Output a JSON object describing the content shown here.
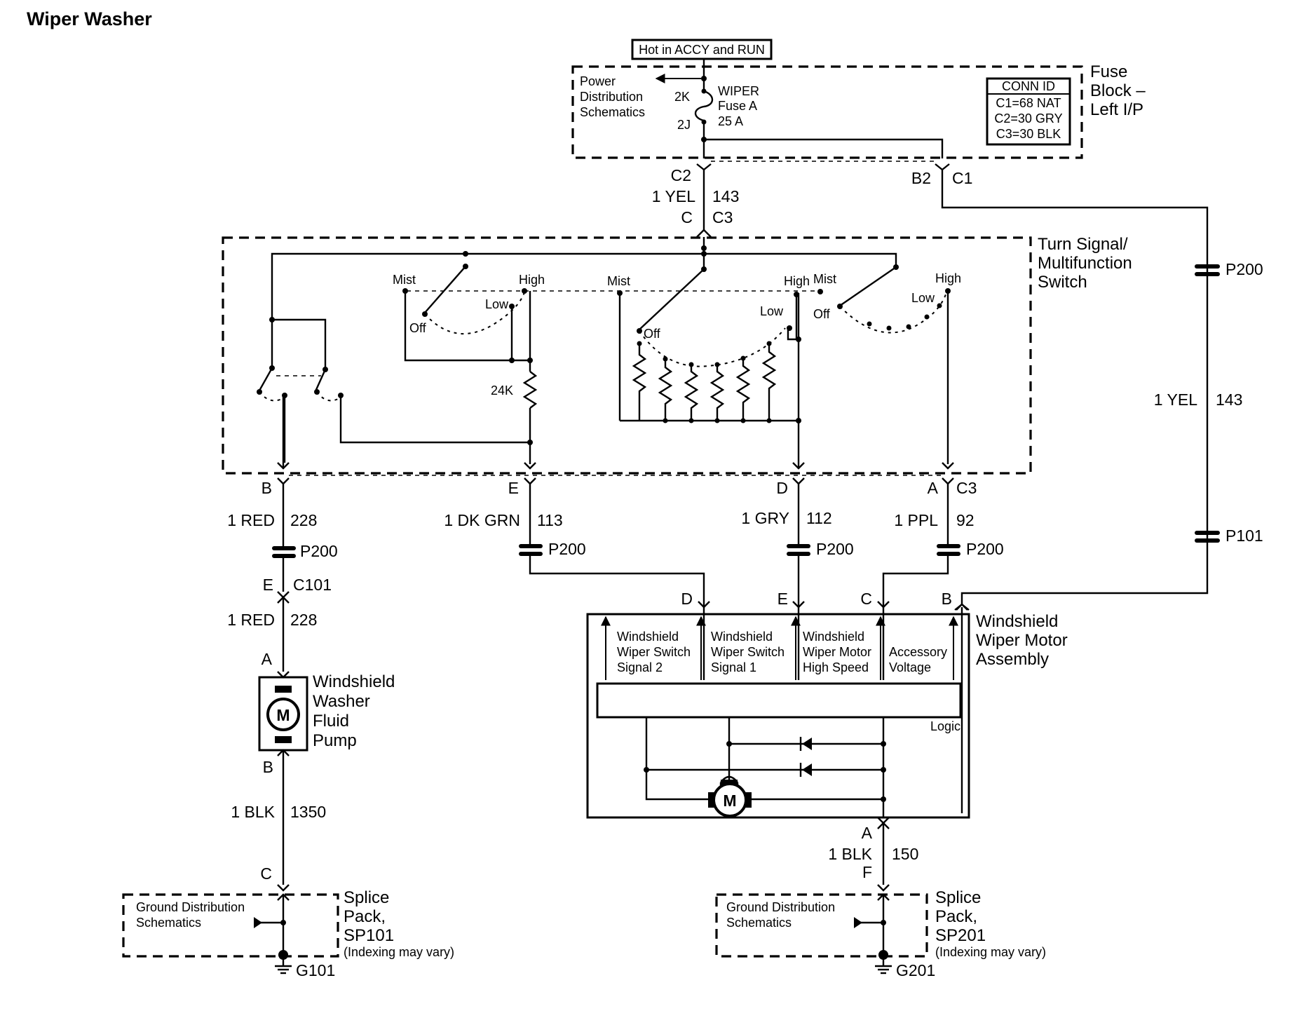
{
  "title": "Wiper Washer",
  "fuse_block": {
    "hot_label": "Hot in ACCY and RUN",
    "power_distribution": [
      "Power",
      "Distribution",
      "Schematics"
    ],
    "pin_top": "2K",
    "pin_bottom": "2J",
    "fuse_label": [
      "WIPER",
      "Fuse A",
      "25 A"
    ],
    "conn_id": {
      "header": "CONN ID",
      "rows": [
        "C1=68 NAT",
        "C2=30 GRY",
        "C3=30 BLK"
      ]
    },
    "name": [
      "Fuse",
      "Block –",
      "Left I/P"
    ]
  },
  "top_connector": {
    "c2": "C2",
    "wire_color": "1 YEL",
    "circuit": "143",
    "c": "C",
    "c3": "C3",
    "b2": "B2",
    "c1": "C1"
  },
  "right_wire": {
    "p200": "P200",
    "color": "1 YEL",
    "circuit": "143",
    "p101": "P101"
  },
  "switch": {
    "name": [
      "Turn Signal/",
      "Multifunction",
      "Switch"
    ],
    "left_group": {
      "mist": "Mist",
      "high": "High",
      "low": "Low",
      "off": "Off"
    },
    "mid_group": {
      "mist": "Mist",
      "high": "High",
      "low": "Low",
      "off": "Off"
    },
    "right_group": {
      "mist": "Mist",
      "high": "High",
      "low": "Low",
      "off": "Off"
    },
    "resistor": "24K"
  },
  "switch_outputs": [
    {
      "pin": "B",
      "color": "1 RED",
      "circuit": "228",
      "inline": "P200"
    },
    {
      "pin": "E",
      "color": "1 DK GRN",
      "circuit": "113",
      "inline": "P200"
    },
    {
      "pin": "D",
      "color": "1 GRY",
      "circuit": "112",
      "inline": "P200"
    },
    {
      "pin": "A",
      "conn": "C3",
      "color": "1 PPL",
      "circuit": "92",
      "inline": "P200"
    }
  ],
  "washer_branch": {
    "pin_e": "E",
    "c101": "C101",
    "color": "1 RED",
    "circuit": "228",
    "pin_a": "A",
    "pump_name": [
      "Windshield",
      "Washer",
      "Fluid",
      "Pump"
    ],
    "motor_symbol": "M",
    "pin_b": "B",
    "ground_color": "1 BLK",
    "ground_circuit": "1350",
    "pin_c": "C"
  },
  "splice_left": {
    "ground_dist": [
      "Ground Distribution",
      "Schematics"
    ],
    "name": [
      "Splice",
      "Pack,",
      "SP101"
    ],
    "note": "(Indexing may vary)",
    "ground": "G101"
  },
  "motor_assembly": {
    "pins": [
      "D",
      "E",
      "C",
      "B"
    ],
    "cells": [
      [
        "Windshield",
        "Wiper Switch",
        "Signal 2"
      ],
      [
        "Windshield",
        "Wiper Switch",
        "Signal 1"
      ],
      [
        "Windshield",
        "Wiper Motor",
        "High Speed"
      ],
      [
        "Accessory",
        "Voltage"
      ]
    ],
    "logic": "Logic",
    "motor_symbol": "M",
    "name": [
      "Windshield",
      "Wiper Motor",
      "Assembly"
    ],
    "pin_a": "A",
    "ground_color": "1 BLK",
    "ground_circuit": "150",
    "pin_f": "F"
  },
  "splice_right": {
    "ground_dist": [
      "Ground Distribution",
      "Schematics"
    ],
    "name": [
      "Splice",
      "Pack,",
      "SP201"
    ],
    "note": "(Indexing may vary)",
    "ground": "G201"
  }
}
